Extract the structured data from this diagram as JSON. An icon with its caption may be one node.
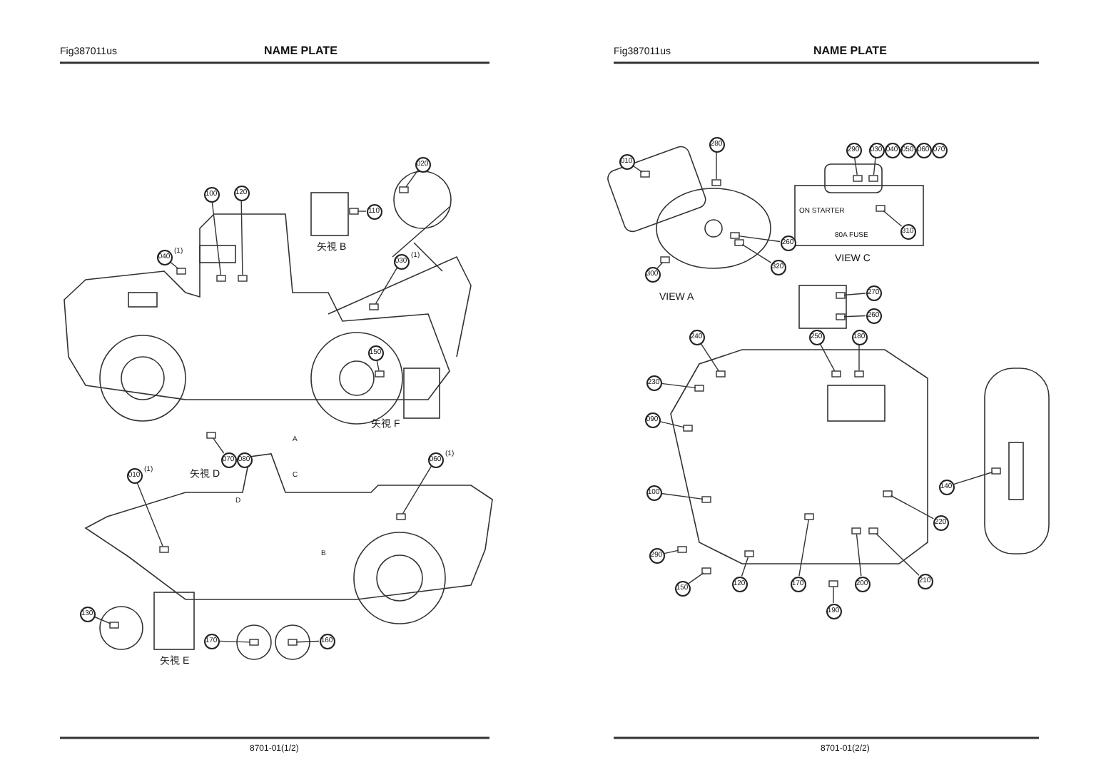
{
  "diagram": {
    "title": "NAME PLATE",
    "nodes": [
      {
        "text": [
          "100"
        ]
      },
      {
        "text": [
          "120"
        ]
      },
      {
        "text": [
          "110"
        ]
      },
      {
        "text": [
          "020"
        ]
      },
      {
        "text": [
          "040"
        ],
        "beside": [
          "(1)"
        ]
      },
      {
        "text": [
          "030"
        ],
        "beside": [
          "(1)"
        ]
      },
      {
        "text": [
          "150"
        ]
      },
      {
        "text": [
          "070"
        ]
      },
      {
        "text": [
          "080"
        ]
      },
      {
        "text": [
          "010"
        ],
        "beside": [
          "(1)"
        ]
      },
      {
        "text": [
          "060"
        ],
        "beside": [
          "(1)"
        ]
      },
      {
        "text": [
          "130"
        ]
      },
      {
        "text": [
          "170"
        ]
      },
      {
        "text": [
          "160"
        ]
      },
      {
        "text": [
          "010"
        ]
      },
      {
        "text": [
          "280"
        ]
      },
      {
        "text": [
          "260"
        ]
      },
      {
        "text": [
          "300"
        ]
      },
      {
        "text": [
          "320"
        ]
      },
      {
        "text": [
          "290"
        ]
      },
      {
        "text": [
          "030"
        ]
      },
      {
        "text": [
          "040"
        ]
      },
      {
        "text": [
          "050"
        ]
      },
      {
        "text": [
          "060"
        ]
      },
      {
        "text": [
          "070"
        ]
      },
      {
        "text": [
          "310"
        ]
      },
      {
        "text": [
          "270"
        ]
      },
      {
        "text": [
          "250"
        ]
      },
      {
        "text": [
          "180"
        ]
      },
      {
        "text": [
          "240"
        ]
      },
      {
        "text": [
          "230"
        ]
      },
      {
        "text": [
          "090"
        ]
      },
      {
        "text": [
          "100"
        ]
      },
      {
        "text": [
          "140"
        ]
      },
      {
        "text": [
          "290"
        ]
      },
      {
        "text": [
          "150"
        ]
      },
      {
        "text": [
          "120"
        ]
      },
      {
        "text": [
          "170"
        ]
      },
      {
        "text": [
          "200"
        ]
      },
      {
        "text": [
          "210"
        ]
      },
      {
        "text": [
          "190"
        ]
      },
      {
        "text": [
          "220"
        ]
      },
      {
        "text": [
          "260"
        ]
      },
      {
        "text": [],
        "shape": "box"
      },
      {
        "text": [],
        "shape": "box"
      },
      {
        "text": [],
        "shape": "box"
      },
      {
        "text": [],
        "shape": "box"
      },
      {
        "text": [],
        "shape": "box"
      },
      {
        "text": [],
        "shape": "box"
      },
      {
        "text": [],
        "shape": "box"
      },
      {
        "text": [],
        "shape": "box"
      },
      {
        "text": [],
        "shape": "box"
      },
      {
        "text": [],
        "shape": "box"
      },
      {
        "text": [],
        "shape": "box"
      },
      {
        "text": [],
        "shape": "box"
      },
      {
        "text": [],
        "shape": "box"
      },
      {
        "text": [],
        "shape": "box"
      },
      {
        "text": [],
        "shape": "box"
      },
      {
        "text": [],
        "shape": "box"
      },
      {
        "text": [],
        "shape": "box"
      },
      {
        "text": [],
        "shape": "box"
      },
      {
        "text": [],
        "shape": "box"
      },
      {
        "text": [],
        "shape": "box"
      },
      {
        "text": [],
        "shape": "box"
      },
      {
        "text": [],
        "shape": "box"
      },
      {
        "text": [],
        "shape": "box"
      },
      {
        "text": [],
        "shape": "box"
      },
      {
        "text": [],
        "shape": "box"
      },
      {
        "text": [],
        "shape": "box"
      },
      {
        "text": [],
        "shape": "box"
      },
      {
        "text": [],
        "shape": "box"
      },
      {
        "text": [],
        "shape": "box"
      },
      {
        "text": [],
        "shape": "box"
      },
      {
        "text": [],
        "shape": "box"
      },
      {
        "text": [],
        "shape": "box"
      },
      {
        "text": [],
        "shape": "box"
      },
      {
        "text": [],
        "shape": "box"
      },
      {
        "text": [],
        "shape": "box"
      },
      {
        "text": [],
        "shape": "box"
      },
      {
        "text": [],
        "shape": "box"
      },
      {
        "text": [],
        "shape": "box"
      }
    ],
    "edges": [
      {
        "from": 0,
        "to": 43,
        "arrow": "none"
      },
      {
        "from": 1,
        "to": 44,
        "arrow": "none"
      },
      {
        "from": 2,
        "to": 45,
        "arrow": "none"
      },
      {
        "from": 3,
        "to": 46,
        "arrow": "none"
      },
      {
        "from": 4,
        "to": 47,
        "arrow": "none"
      },
      {
        "from": 5,
        "to": 48,
        "arrow": "none"
      },
      {
        "from": 6,
        "to": 49,
        "arrow": "none"
      },
      {
        "from": 7,
        "to": 50,
        "arrow": "none"
      },
      {
        "from": 9,
        "to": 51,
        "arrow": "none"
      },
      {
        "from": 10,
        "to": 52,
        "arrow": "none"
      },
      {
        "from": 11,
        "to": 53,
        "arrow": "none"
      },
      {
        "from": 12,
        "to": 54,
        "arrow": "none"
      },
      {
        "from": 13,
        "to": 55,
        "arrow": "none"
      },
      {
        "from": 14,
        "to": 56,
        "arrow": "none"
      },
      {
        "from": 15,
        "to": 57,
        "arrow": "none"
      },
      {
        "from": 16,
        "to": 58,
        "arrow": "none"
      },
      {
        "from": 17,
        "to": 59,
        "arrow": "none"
      },
      {
        "from": 18,
        "to": 60,
        "arrow": "none"
      },
      {
        "from": 19,
        "to": 61,
        "arrow": "none"
      },
      {
        "from": 20,
        "to": 62,
        "arrow": "none"
      },
      {
        "from": 25,
        "to": 63,
        "arrow": "none"
      },
      {
        "from": 26,
        "to": 64,
        "arrow": "none"
      },
      {
        "from": 27,
        "to": 65,
        "arrow": "none"
      },
      {
        "from": 28,
        "to": 66,
        "arrow": "none"
      },
      {
        "from": 29,
        "to": 67,
        "arrow": "none"
      },
      {
        "from": 30,
        "to": 68,
        "arrow": "none"
      },
      {
        "from": 31,
        "to": 69,
        "arrow": "none"
      },
      {
        "from": 32,
        "to": 70,
        "arrow": "none"
      },
      {
        "from": 33,
        "to": 71,
        "arrow": "none"
      },
      {
        "from": 34,
        "to": 72,
        "arrow": "none"
      },
      {
        "from": 35,
        "to": 73,
        "arrow": "none"
      },
      {
        "from": 36,
        "to": 74,
        "arrow": "none"
      },
      {
        "from": 37,
        "to": 75,
        "arrow": "none"
      },
      {
        "from": 38,
        "to": 76,
        "arrow": "none"
      },
      {
        "from": 39,
        "to": 77,
        "arrow": "none"
      },
      {
        "from": 40,
        "to": 78,
        "arrow": "none"
      },
      {
        "from": 41,
        "to": 79,
        "arrow": "none"
      },
      {
        "from": 42,
        "to": 80,
        "arrow": "none"
      }
    ],
    "labels": [
      "Fig387011us",
      "NAME PLATE",
      "Fig387011us",
      "矢視 B",
      "VIEW C",
      "VIEW A",
      "矢視 F",
      "A",
      "矢視 D",
      "C",
      "D",
      "B",
      "矢視 E",
      "ON STARTER",
      "80A FUSE",
      "8701-01(1/2)",
      "8701-01(2/2)"
    ]
  }
}
